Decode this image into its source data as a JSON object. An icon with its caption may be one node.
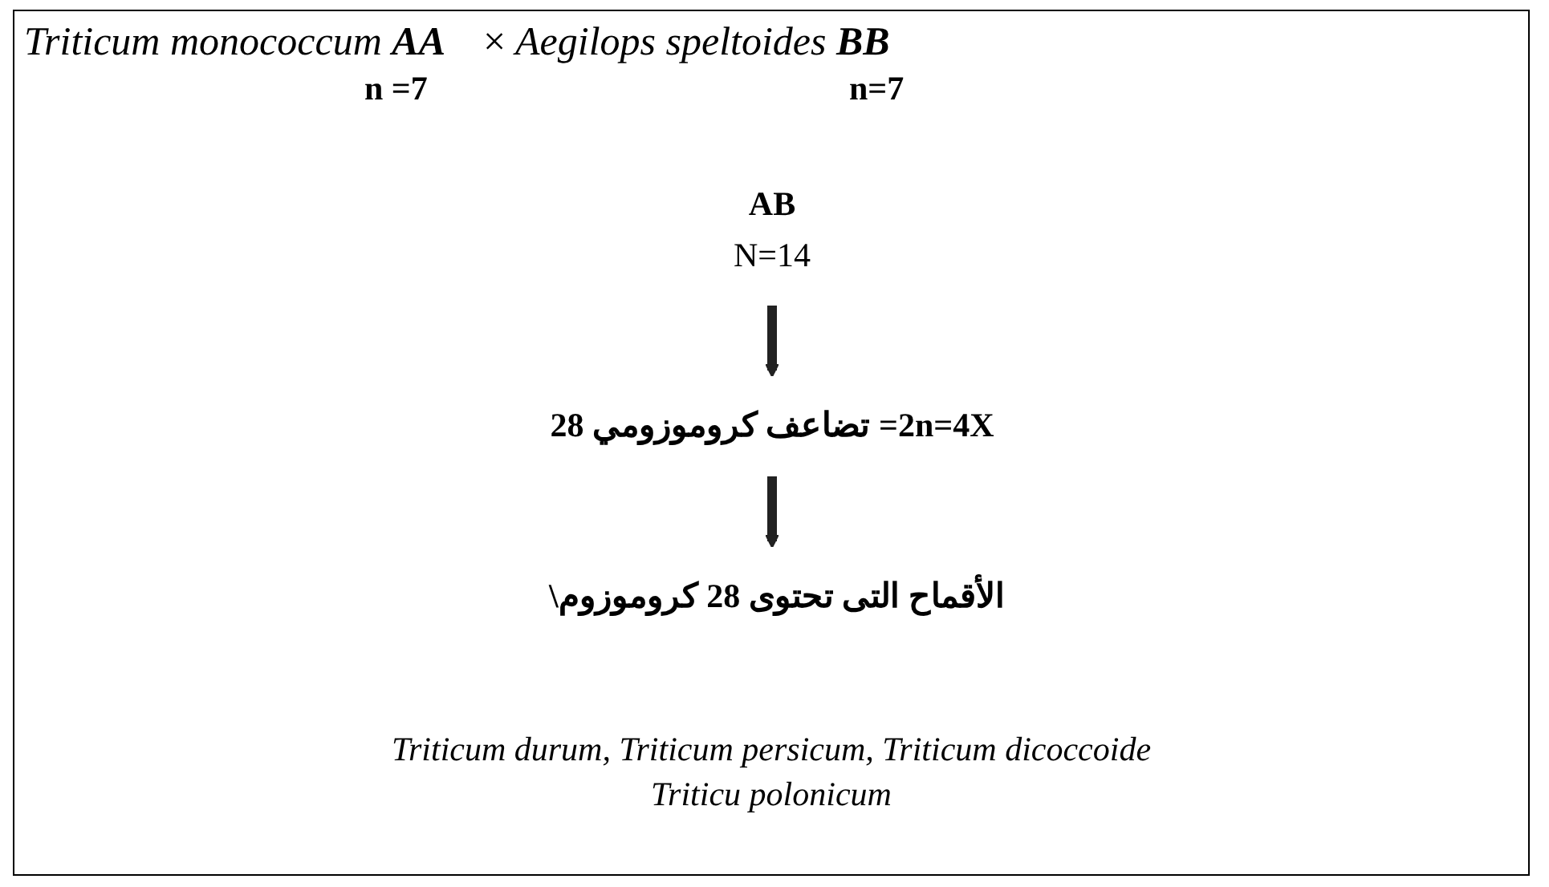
{
  "diagram": {
    "nodes": [
      {
        "text": [
          "AB",
          "N=14"
        ]
      },
      {
        "text": [
          "2n=4X= تضاعف كروموزومي 28"
        ]
      },
      {
        "text": [
          "الأقماح التى تحتوى 28 كروموزوم\\"
        ]
      }
    ],
    "edges": [
      {
        "from": 0,
        "to": 1,
        "arrow": "to"
      },
      {
        "from": 1,
        "to": 2,
        "arrow": "to"
      }
    ],
    "labels": [
      "Triticum monococcum **AA**",
      "×",
      "Aegilops speltoides **BB**",
      "n =7",
      "n=7",
      "Triticum durum, Triticum persicum, Triticum dicoccoide",
      "Triticu polonicum"
    ]
  }
}
